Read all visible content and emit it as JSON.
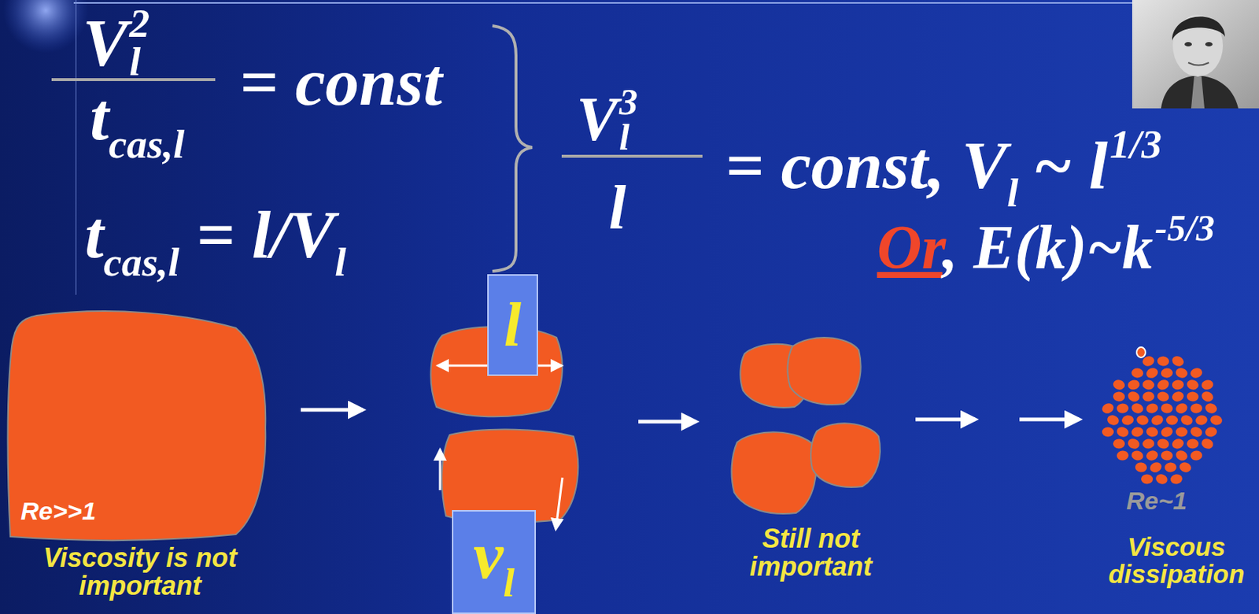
{
  "diagram": {
    "nodes": [
      {
        "text": [
          "l"
        ]
      },
      {
        "text": [
          "v",
          "l"
        ]
      }
    ],
    "labels": [
      "V",
      "l",
      "2",
      "t",
      "cas,l",
      "= const",
      "t",
      "cas,l",
      "= l/V",
      "l",
      "V",
      "l",
      "3",
      "l",
      "= const, V",
      "l",
      "~ l",
      "1/3",
      "Or",
      ", E(k)~k",
      "-5/3",
      "Re>>1",
      "Viscosity is not important",
      "Still not important",
      "Re~1",
      "Viscous dissipation"
    ]
  }
}
